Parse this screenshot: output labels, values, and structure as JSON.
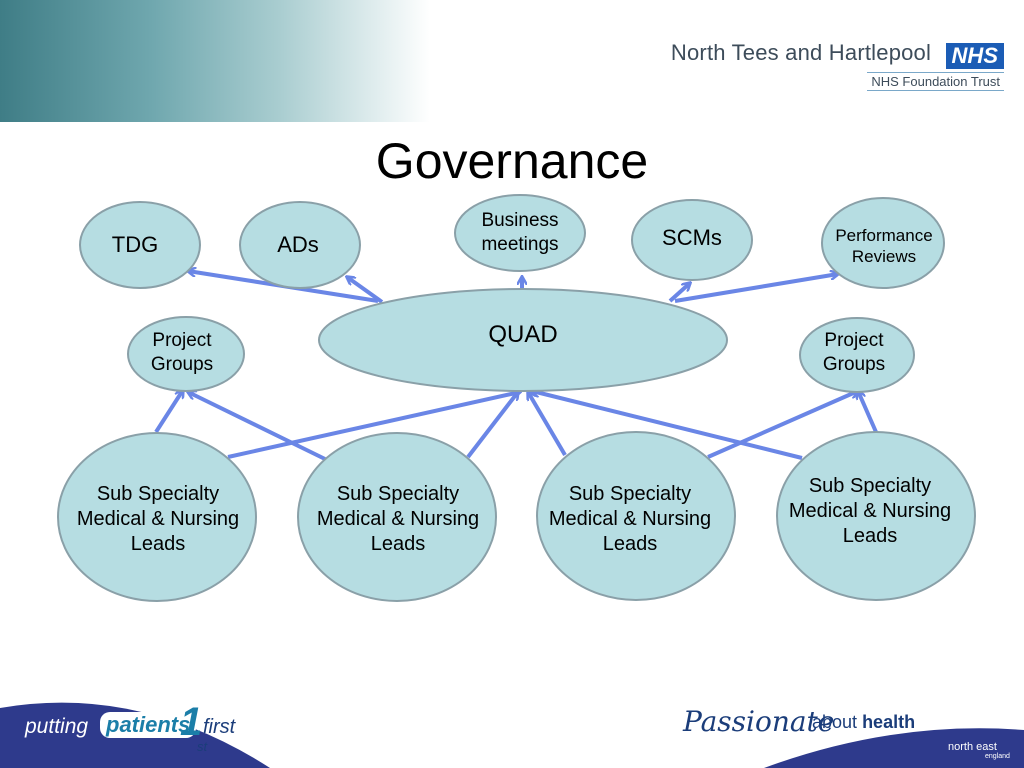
{
  "header": {
    "trust_name": "North Tees and Hartlepool",
    "nhs_label": "NHS",
    "trust_subtitle": "NHS Foundation Trust"
  },
  "title": "Governance",
  "nodes": {
    "tdg": "TDG",
    "ads": "ADs",
    "business_line1": "Business",
    "business_line2": "meetings",
    "scms": "SCMs",
    "perf_line1": "Performance",
    "perf_line2": "Reviews",
    "quad": "QUAD",
    "project_left_line1": "Project",
    "project_left_line2": "Groups",
    "project_right_line1": "Project",
    "project_right_line2": "Groups",
    "leads_line1": "Sub Specialty",
    "leads_line2": "Medical & Nursing",
    "leads_line3": "Leads"
  },
  "footer": {
    "putting": "putting",
    "patients": "patients",
    "one": "1",
    "first": "first",
    "st": "st",
    "passionate": "Passionate",
    "about": "about",
    "health": "health",
    "north_east": "north east",
    "england": "england"
  },
  "colors": {
    "node_fill": "#b6dde2",
    "node_stroke": "#8aa0a8",
    "arrow": "#6a86e6",
    "footer_band": "#2e3a8c"
  }
}
